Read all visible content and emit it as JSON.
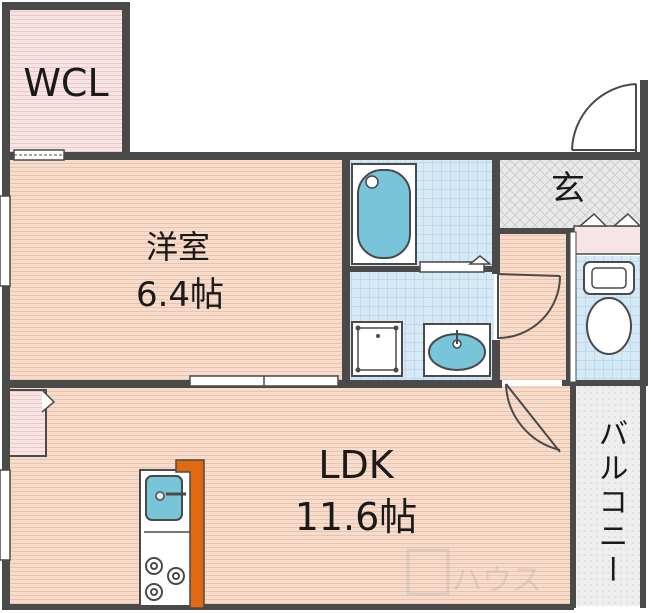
{
  "rooms": {
    "wcl": {
      "label": "WCL"
    },
    "western": {
      "label": "洋室",
      "size": "6.4帖"
    },
    "ldk": {
      "label": "LDK",
      "size": "11.6帖"
    },
    "entrance": {
      "label": "玄"
    },
    "balcony": {
      "label": "バルコニー"
    }
  },
  "watermark": {
    "text": "ハウス"
  },
  "colors": {
    "wall": "#4a4a4a",
    "floor_wood": "#f7dccb",
    "floor_pink": "#f8e4e4",
    "tile_blue": "#d6e9f7",
    "tile_grey": "#e7e7e7",
    "fixture_blue": "#78c4d8",
    "counter_orange": "#e06a12"
  }
}
